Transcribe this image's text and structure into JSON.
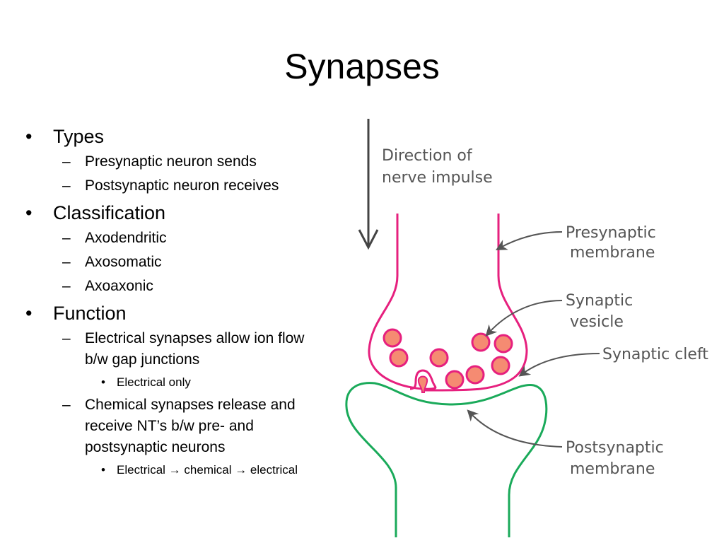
{
  "title": "Synapses",
  "bullets": {
    "types": {
      "label": "Types",
      "sub": [
        "Presynaptic neuron sends",
        "Postsynaptic neuron receives"
      ]
    },
    "classification": {
      "label": "Classification",
      "sub": [
        "Axodendritic",
        "Axosomatic",
        "Axoaxonic"
      ]
    },
    "function": {
      "label": "Function",
      "electrical": {
        "line1": "Electrical synapses allow ion flow",
        "line2": "b/w gap junctions",
        "note": "Electrical only"
      },
      "chemical": {
        "line1": "Chemical synapses release and",
        "line2": "receive NT’s b/w pre- and",
        "line3": "postsynaptic neurons",
        "note": "Electrical → chemical → electrical"
      }
    },
    "dash": "–",
    "dot": "•"
  },
  "diagram": {
    "direction_line1": "Direction of",
    "direction_line2": "nerve impulse",
    "presynaptic_line1": "Presynaptic",
    "presynaptic_line2": "membrane",
    "vesicle_line1": "Synaptic",
    "vesicle_line2": "vesicle",
    "cleft": "Synaptic cleft",
    "postsynaptic_line1": "Postsynaptic",
    "postsynaptic_line2": "membrane",
    "colors": {
      "presynaptic": "#e6207e",
      "postsynaptic": "#1aaa5a",
      "vesicle_fill": "#f58b72",
      "vesicle_stroke": "#e6207e",
      "label": "#555555",
      "arrow": "#555555"
    }
  }
}
